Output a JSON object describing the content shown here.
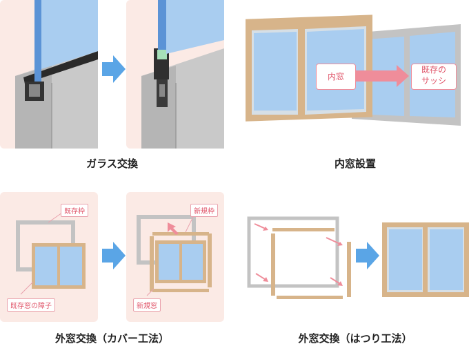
{
  "captions": {
    "glass": "ガラス交換",
    "inner": "内窓設置",
    "cover": "外窓交換（カバー工法）",
    "hatsuri": "外窓交換（はつり工法）"
  },
  "labels": {
    "inner_window": "内窓",
    "existing_sash_line1": "既存の",
    "existing_sash_line2": "サッシ",
    "existing_frame": "既存枠",
    "existing_sash_panel": "既存窓の障子",
    "new_frame": "新規枠",
    "new_window": "新規窓"
  },
  "colors": {
    "panel_bg": "#fbeae5",
    "glass": "#a9cdf0",
    "wood": "#d7b48a",
    "gray_frame": "#c3c3c3",
    "arrow_blue": "#5aa5e6",
    "arrow_pink": "#ef8d9a"
  }
}
